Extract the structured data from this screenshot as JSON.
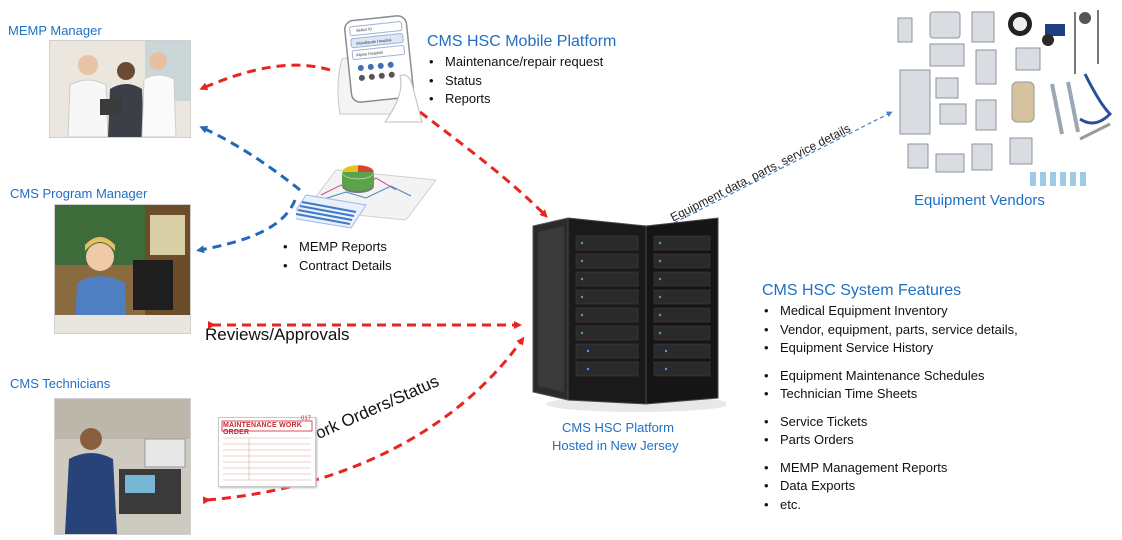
{
  "roles": {
    "memp_manager": "MEMP Manager",
    "program_manager": "CMS Program Manager",
    "technicians": "CMS Technicians"
  },
  "mobile": {
    "title": "CMS HSC Mobile Platform",
    "items": [
      "Maintenance/repair request",
      "Status",
      "Reports"
    ],
    "screen_rows": [
      "Select ID",
      "Woodlands Hospital",
      "Alpine Hospital"
    ]
  },
  "reports": {
    "items": [
      "MEMP Reports",
      "Contract Details"
    ]
  },
  "flows": {
    "reviews": "Reviews/Approvals",
    "work_orders": "Work Orders/Status",
    "vendor_data": "Equipment data, parts, service details"
  },
  "work_order_form": {
    "header": "MAINTENANCE WORK ORDER",
    "number": "017"
  },
  "platform": {
    "line1": "CMS HSC Platform",
    "line2": "Hosted in New Jersey"
  },
  "vendors": {
    "label": "Equipment Vendors"
  },
  "features": {
    "title": "CMS HSC System Features",
    "groups": [
      [
        "Medical Equipment Inventory",
        "Vendor, equipment, parts, service details,",
        "Equipment Service History"
      ],
      [
        "Equipment Maintenance Schedules",
        "Technician Time Sheets"
      ],
      [
        "Service Tickets",
        "Parts Orders"
      ],
      [
        "MEMP Management Reports",
        "Data Exports",
        "etc."
      ]
    ]
  },
  "colors": {
    "accent_blue": "#1f6fc4",
    "arrow_red": "#e8241f",
    "arrow_blue": "#2367b8"
  }
}
